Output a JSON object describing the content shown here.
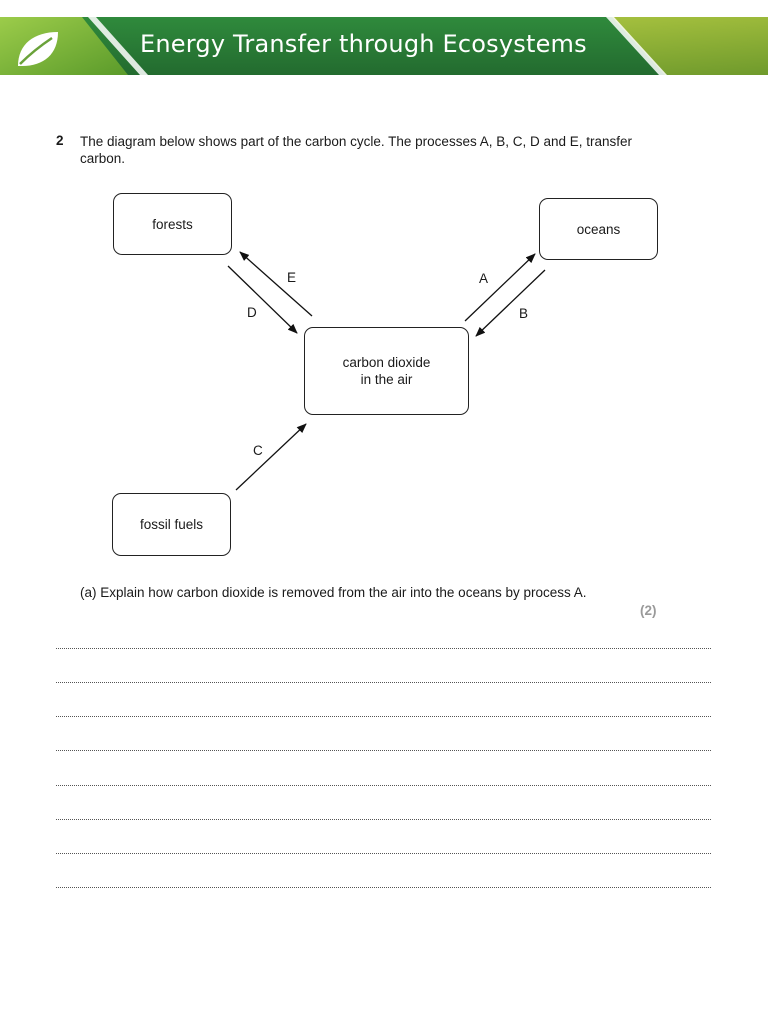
{
  "header": {
    "title": "Energy Transfer through Ecosystems",
    "logo_icon": "leaf-icon",
    "colors": {
      "dark_green": "#2e7d32",
      "leaf_green": "#7cb342"
    }
  },
  "question": {
    "number": "2",
    "text": "The diagram below shows part of the carbon cycle.  The processes A, B, C, D and E, transfer carbon."
  },
  "diagram": {
    "boxes": {
      "forests": "forests",
      "oceans": "oceans",
      "air": "carbon dioxide\nin the air",
      "fossil_fuels": "fossil fuels"
    },
    "processes": {
      "A": "A",
      "B": "B",
      "C": "C",
      "D": "D",
      "E": "E"
    }
  },
  "part_a": {
    "text": "(a)  Explain how carbon dioxide is removed from the air into the oceans by process A.",
    "marks": "(2)"
  }
}
